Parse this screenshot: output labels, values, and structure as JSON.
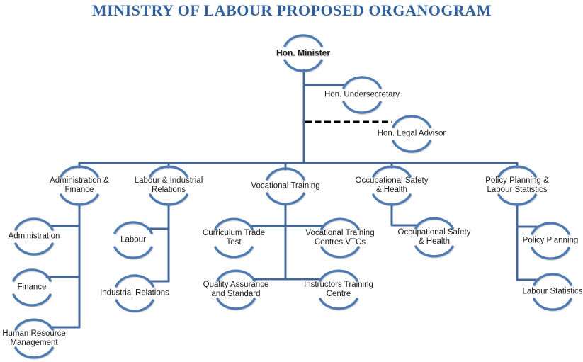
{
  "title": "MINISTRY OF LABOUR PROPOSED ORGANOGRAM",
  "colors": {
    "title": "#31619C",
    "line": "#44679B",
    "arc": "#4E7BB4",
    "dashed_line": "#000000",
    "node_text": "#1b1b1b"
  },
  "org": {
    "root": {
      "label": "Hon. Minister"
    },
    "staff": [
      {
        "label": "Hon. Undersecretary",
        "connector": "solid"
      },
      {
        "label": "Hon. Legal Advisor",
        "connector": "dashed"
      }
    ],
    "departments": [
      {
        "label": "Administration & Finance",
        "units": [
          "Administration",
          "Finance",
          "Human Resource Management"
        ]
      },
      {
        "label": "Labour & Industrial Relations",
        "units": [
          "Labour",
          "Industrial Relations"
        ]
      },
      {
        "label": "Vocational Training",
        "units": [
          "Curriculum Trade Test",
          "Vocational Training Centres VTCs",
          "Quality Assurance and Standard",
          "Instructors Training Centre"
        ]
      },
      {
        "label": "Occupational Safety & Health",
        "units": [
          "Occupational Safety & Health"
        ]
      },
      {
        "label": "Policy Planning & Labour Statistics",
        "units": [
          "Policy Planning",
          "Labour Statistics"
        ]
      }
    ]
  }
}
